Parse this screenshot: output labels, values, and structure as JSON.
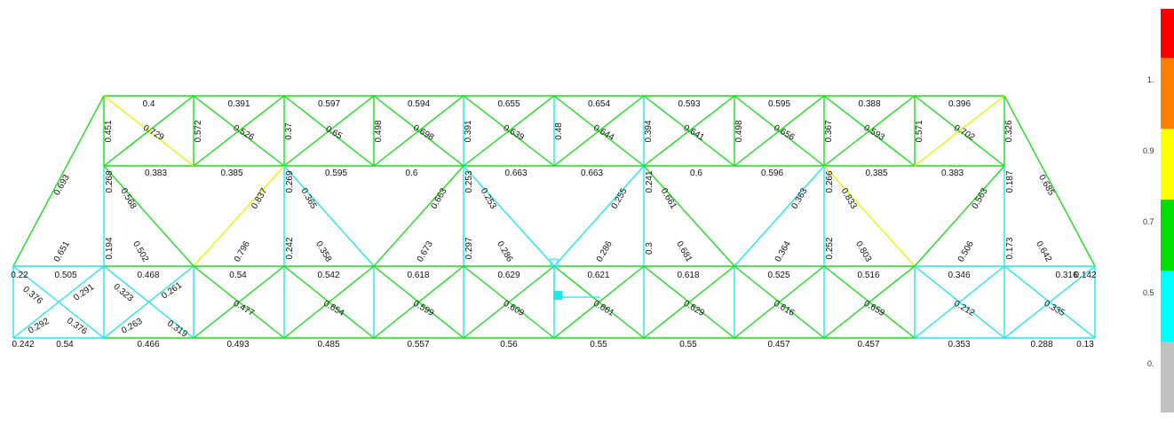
{
  "legend": {
    "labels": [
      "1.",
      "0.9",
      "0.7",
      "0.5",
      "0."
    ],
    "colors": [
      "#ff0000",
      "#ff8000",
      "#ffff00",
      "#00e000",
      "#00ffff",
      "#c0c0c0"
    ]
  },
  "colors": {
    "green": "#1adf1a",
    "cyan": "#1fe8e8",
    "yellow": "#f0f000"
  },
  "stress_ratios": {
    "top_chord": [
      "0.4",
      "0.391",
      "0.597",
      "0.594",
      "0.655",
      "0.654",
      "0.593",
      "0.595",
      "0.388",
      "0.396"
    ],
    "top_verticals": [
      "0.451",
      "0.572",
      "0.37",
      "0.498",
      "0.391",
      "0.48",
      "0.394",
      "0.498",
      "0.367",
      "0.571",
      "0.326"
    ],
    "upper_mid_chord": [
      "0.383",
      "0.385",
      "0.595",
      "0.6",
      "0.663",
      "0.663",
      "0.6",
      "0.596",
      "0.385",
      "0.383"
    ],
    "upper_mid_verticals": [
      "0.268",
      "0.269",
      "0.253",
      "0.241",
      "0.266",
      "0.187"
    ],
    "upper_mid_diagonals": [
      "0.568",
      "0.837",
      "0.365",
      "0.663",
      "0.253",
      "0.255",
      "0.661",
      "0.363",
      "0.833",
      "0.563"
    ],
    "end_posts": [
      "0.693",
      "0.685"
    ],
    "lower_mid_verticals": [
      "0.194",
      "0.242",
      "0.297",
      "0.3",
      "0.252",
      "0.173"
    ],
    "lower_mid_diagonals": [
      "0.651",
      "0.502",
      "0.796",
      "0.358",
      "0.673",
      "0.286",
      "0.286",
      "0.681",
      "0.364",
      "0.803",
      "0.506",
      "0.642"
    ],
    "deck_chord": [
      "0.22",
      "0.505",
      "0.468",
      "0.54",
      "0.542",
      "0.618",
      "0.629",
      "0.621",
      "0.618",
      "0.525",
      "0.516",
      "0.346",
      "0.316",
      "0.142"
    ],
    "bottom_chord": [
      "0.242",
      "0.54",
      "0.466",
      "0.493",
      "0.485",
      "0.557",
      "0.56",
      "0.55",
      "0.55",
      "0.457",
      "0.457",
      "0.353",
      "0.288",
      "0.13"
    ],
    "bottom_diagonals": [
      "0.376",
      "0.291",
      "0.323",
      "0.261",
      "0.292",
      "0.376",
      "0.263",
      "0.319"
    ],
    "top_x_labels": [
      "0.729",
      "0.526",
      "0.65",
      "0.698",
      "0.639",
      "0.644",
      "0.641",
      "0.656",
      "0.593",
      "0.702"
    ],
    "bottom_x_labels": [
      "0.477",
      "0.654",
      "0.599",
      "0.609",
      "0.661",
      "0.629",
      "0.616",
      "0.659",
      "0.212",
      "0.335"
    ]
  }
}
